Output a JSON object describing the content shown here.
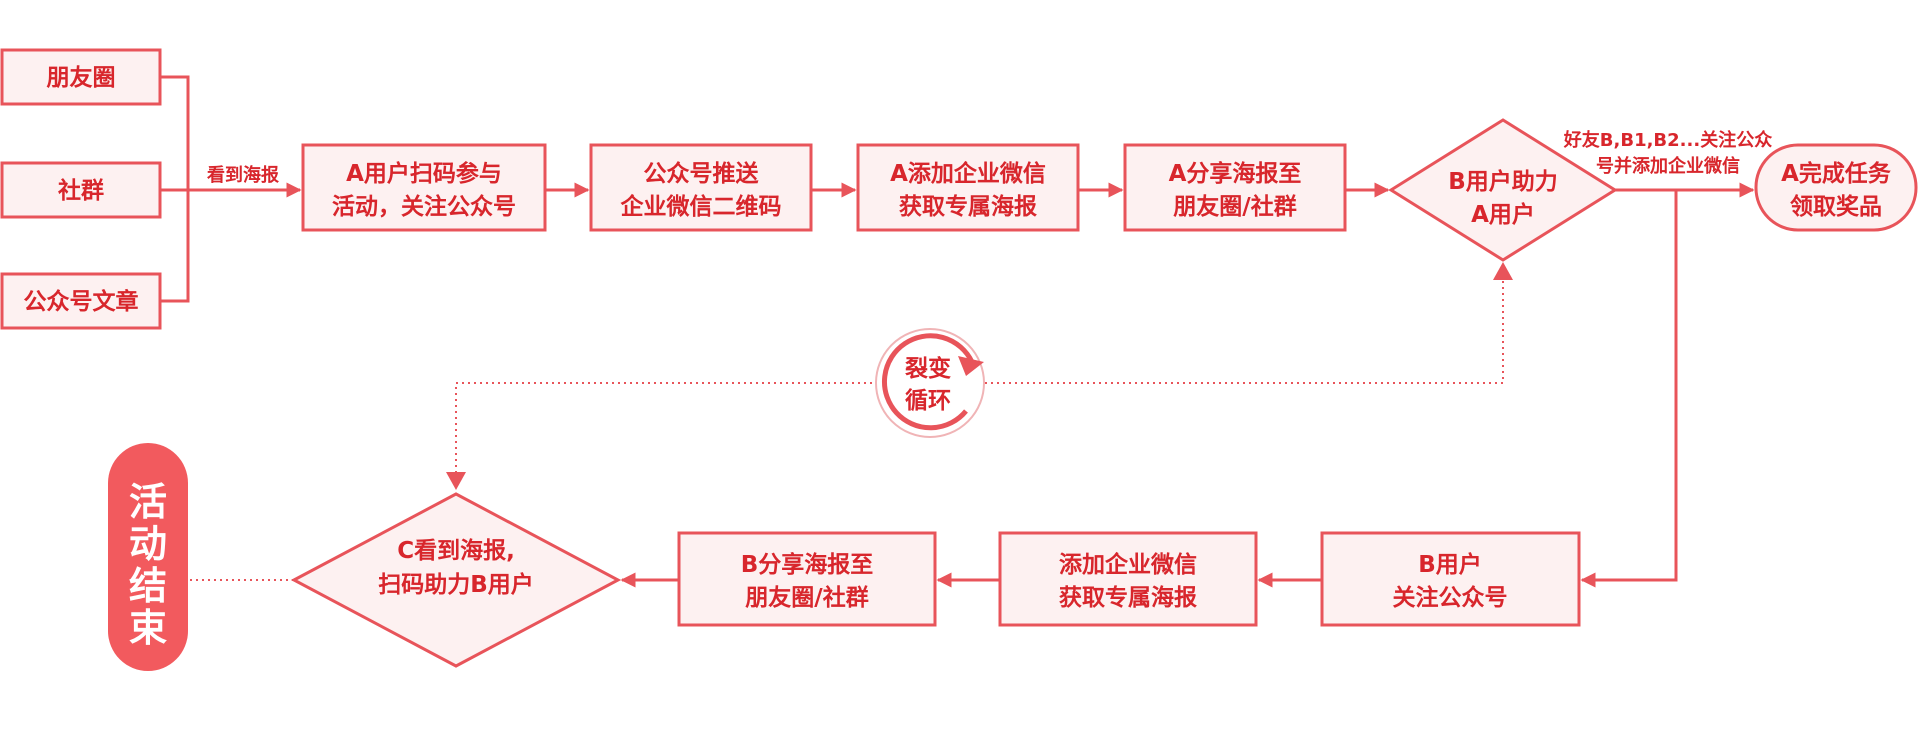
{
  "colors": {
    "accent": "#e8545a",
    "text": "#d8262c",
    "fill": "#fdf1f1",
    "end_fill": "#f25a5e"
  },
  "sources": {
    "moments": "朋友圈",
    "groups": "社群",
    "article": "公众号文章"
  },
  "edge_labels": {
    "see_poster": "看到海报",
    "friends_follow_line1": "好友B,B1,B2...关注公众",
    "friends_follow_line2": "号并添加企业微信"
  },
  "top_row": {
    "a_scan": [
      "A用户扫码参与",
      "活动，关注公众号"
    ],
    "push_qr": [
      "公众号推送",
      "企业微信二维码"
    ],
    "a_add_wechat": [
      "A添加企业微信",
      "获取专属海报"
    ],
    "a_share": [
      "A分享海报至",
      "朋友圈/社群"
    ],
    "b_help": [
      "B用户助力",
      "A用户"
    ],
    "a_complete": [
      "A完成任务",
      "领取奖品"
    ]
  },
  "bottom_row": {
    "b_follow": [
      "B用户",
      "关注公众号"
    ],
    "add_wechat": [
      "添加企业微信",
      "获取专属海报"
    ],
    "b_share": [
      "B分享海报至",
      "朋友圈/社群"
    ],
    "c_scan": [
      "C看到海报,",
      "扫码助力B用户"
    ],
    "end": [
      "活",
      "动",
      "结",
      "束"
    ]
  },
  "loop": [
    "裂变",
    "循环"
  ],
  "icons": {
    "loop": "circular-arrow-icon"
  }
}
